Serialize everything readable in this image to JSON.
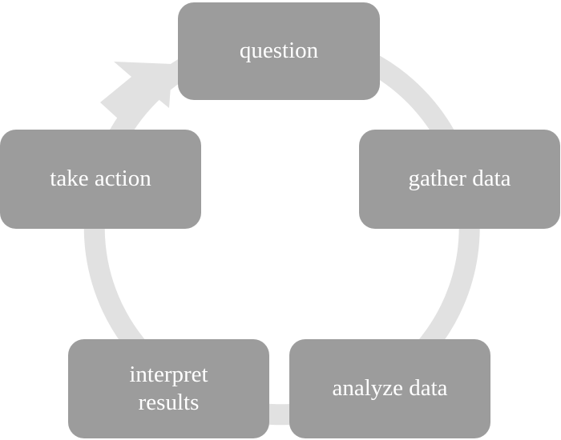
{
  "diagram": {
    "steps": [
      {
        "id": "question",
        "label": "question"
      },
      {
        "id": "gather-data",
        "label": "gather data"
      },
      {
        "id": "analyze-data",
        "label": "analyze data"
      },
      {
        "id": "interpret-results",
        "label": "interpret results"
      },
      {
        "id": "take-action",
        "label": "take action"
      }
    ],
    "colors": {
      "box": "#9c9c9c",
      "ring": "#e1e1e1",
      "text": "#ffffff"
    }
  }
}
